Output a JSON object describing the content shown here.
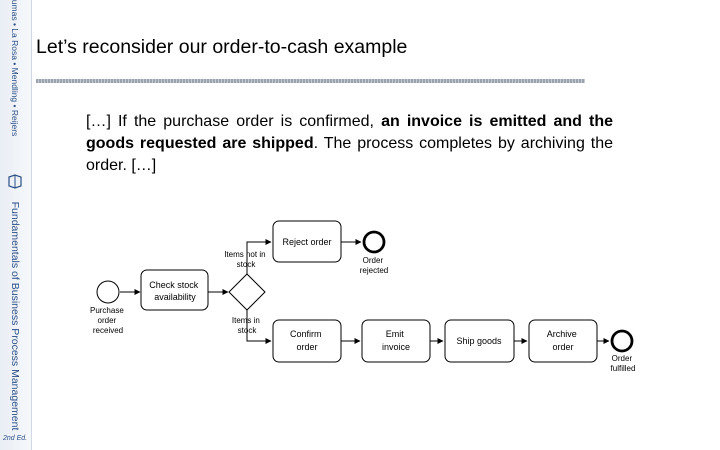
{
  "sidebar": {
    "top_text": "Dumas • La Rosa • Mendling • Reijers",
    "main_text": "Fundamentals of Business Process Management",
    "edition": "2nd Ed."
  },
  "slide": {
    "title": "Let’s reconsider our order-to-cash example",
    "paragraph": {
      "p1": "[…] If the purchase order is confirmed, ",
      "b1": "an invoice is emitted and the goods requested are shipped",
      "p2": ". The process completes by archiving the order. […]"
    }
  },
  "diagram": {
    "start_event": [
      "Purchase",
      "order",
      "received"
    ],
    "task_check": [
      "Check stock",
      "availability"
    ],
    "gw_upper_label": [
      "Items not in",
      "stock"
    ],
    "gw_lower_label": [
      "Items in",
      "stock"
    ],
    "task_reject": [
      "Reject order"
    ],
    "end_rejected": [
      "Order",
      "rejected"
    ],
    "task_confirm": [
      "Confirm",
      "order"
    ],
    "task_emit": [
      "Emit",
      "invoice"
    ],
    "task_ship": [
      "Ship goods"
    ],
    "task_archive": [
      "Archive",
      "order"
    ],
    "end_fulfilled": [
      "Order",
      "fulfilled"
    ]
  }
}
